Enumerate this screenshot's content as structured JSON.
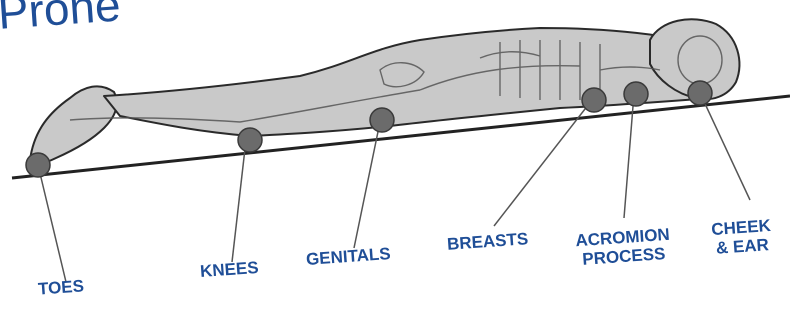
{
  "title": "Prone",
  "colors": {
    "label": "#1f4e97",
    "body_fill": "#c9c9c9",
    "outline": "#2a2a2a",
    "pressure_point": "#666666",
    "surface": "#222222"
  },
  "pressure_points": [
    {
      "id": "toes",
      "label_lines": [
        "TOES"
      ]
    },
    {
      "id": "knees",
      "label_lines": [
        "KNEES"
      ]
    },
    {
      "id": "genitals",
      "label_lines": [
        "GENITALS"
      ]
    },
    {
      "id": "breasts",
      "label_lines": [
        "BREASTS"
      ]
    },
    {
      "id": "acromion",
      "label_lines": [
        "ACROMION",
        "PROCESS"
      ]
    },
    {
      "id": "cheek",
      "label_lines": [
        "CHEEK",
        "& EAR"
      ]
    }
  ]
}
